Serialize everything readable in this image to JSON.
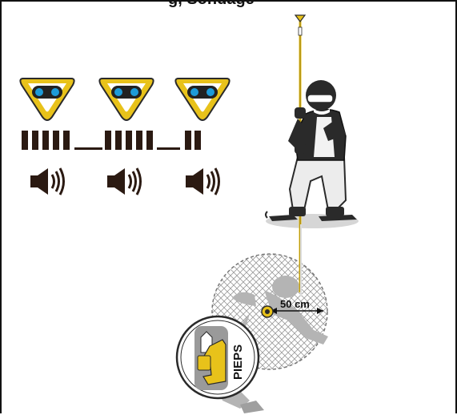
{
  "header_text": "g, Sondage",
  "probe_distance_label": "50 cm",
  "brand_label": "PIEPS",
  "icons": {
    "transceiver": "avalanche-transceiver-icon",
    "speaker": "speaker-sound-icon",
    "probe": "avalanche-probe",
    "skier": "skier-probing-figure",
    "search_zone": "hatched-search-circle",
    "buried_victim": "buried-victim-silhouette",
    "badge": "pieps-device-badge"
  },
  "colors": {
    "accent_yellow": "#e8c21a",
    "dot_blue": "#1d9bd8",
    "beep_bar": "#2b1a12",
    "skier_dark": "#2a2a2a",
    "hatch_grey": "#9a9a9a"
  }
}
